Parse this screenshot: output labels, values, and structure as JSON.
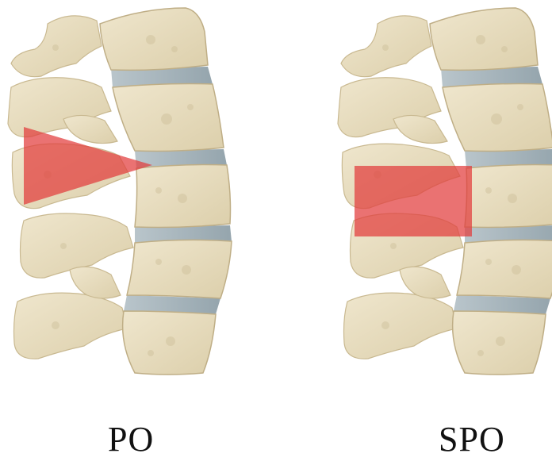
{
  "panels": [
    {
      "label": "PO",
      "resection_shape": "wedge"
    },
    {
      "label": "SPO",
      "resection_shape": "rectangle"
    }
  ],
  "colors": {
    "background": "#ffffff",
    "bone": "#e7dcc0",
    "bone_shadow": "#cfc2a0",
    "bone_edge": "#bfae86",
    "disc": "#a9b6bd",
    "resection": "#e23b3b"
  }
}
